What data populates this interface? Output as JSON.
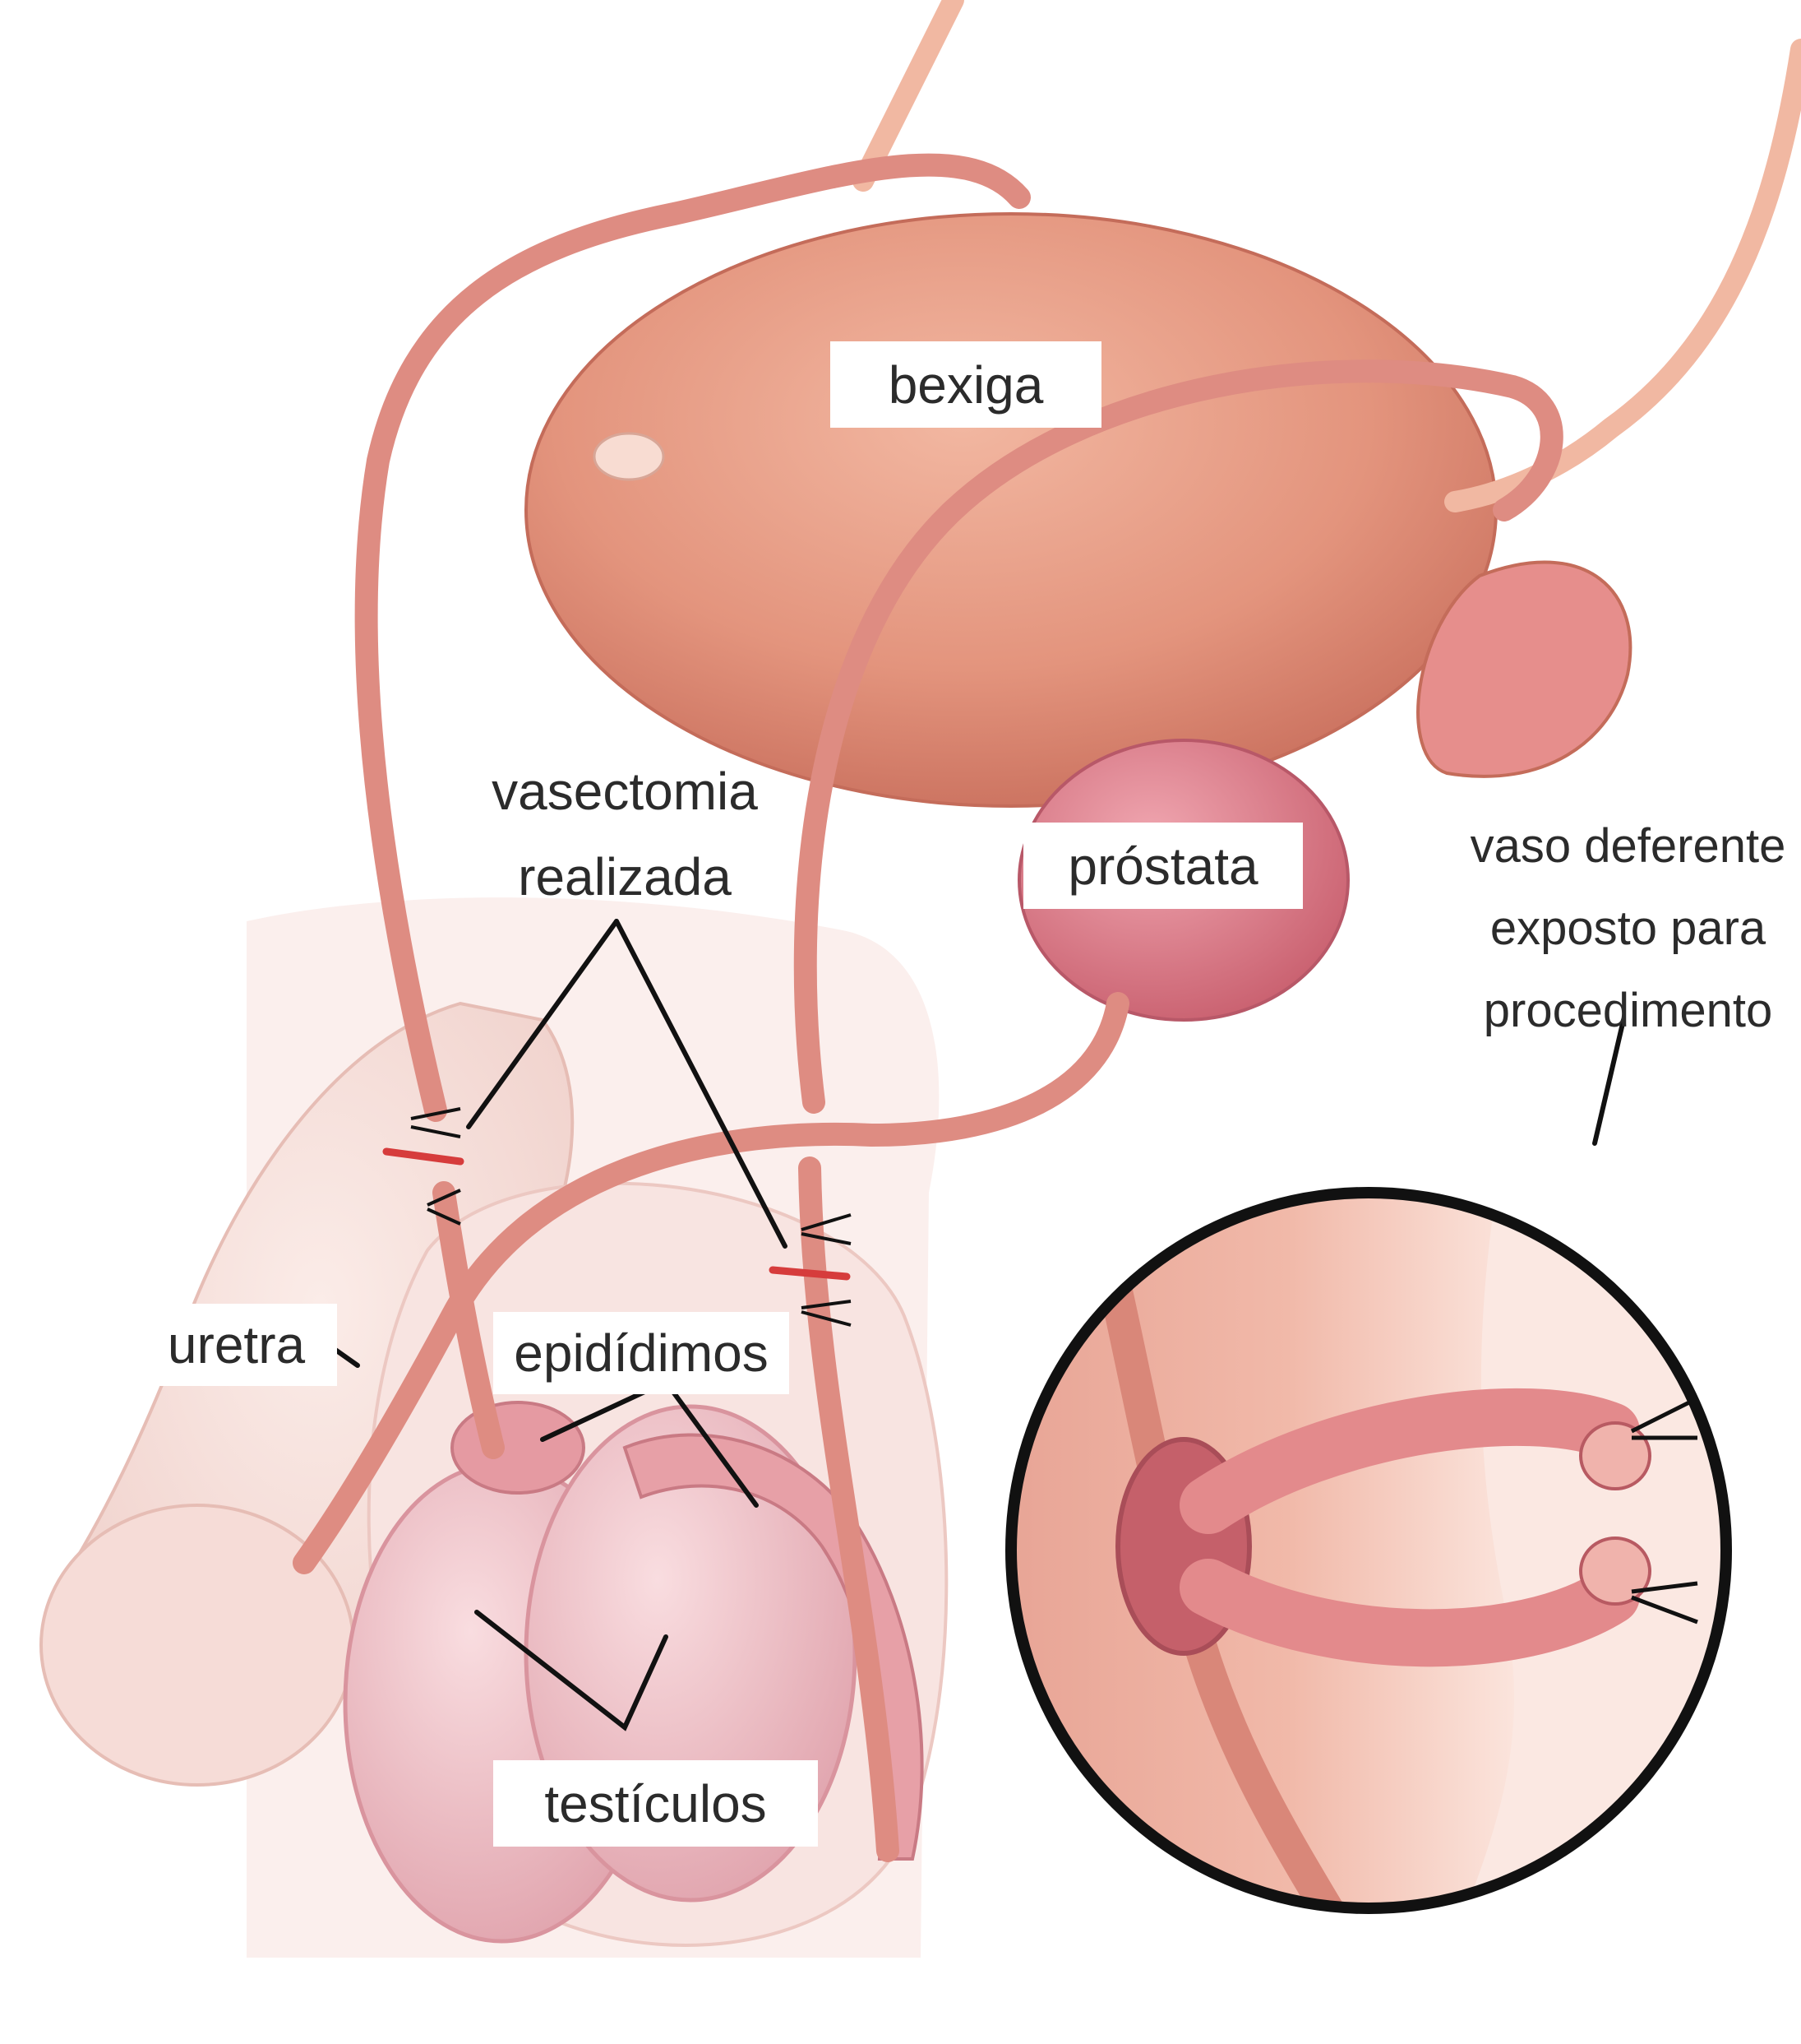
{
  "labels": {
    "bladder": "bexiga",
    "prostate": "próstata",
    "vasectomy_line1": "vasectomia",
    "vasectomy_line2": "realizada",
    "urethra": "uretra",
    "epididymis": "epidídimos",
    "testicles": "testículos",
    "vas_line1": "vaso deferente",
    "vas_line2": "exposto para",
    "vas_line3": "procedimento"
  },
  "colors": {
    "tissue": "#e59a86",
    "tissue_dark": "#c9705f",
    "skin": "#f3d5cf",
    "testis": "#efc3c8",
    "duct": "#df8d83",
    "leader_line": "#111111",
    "incision_mark": "#d63c3c"
  }
}
